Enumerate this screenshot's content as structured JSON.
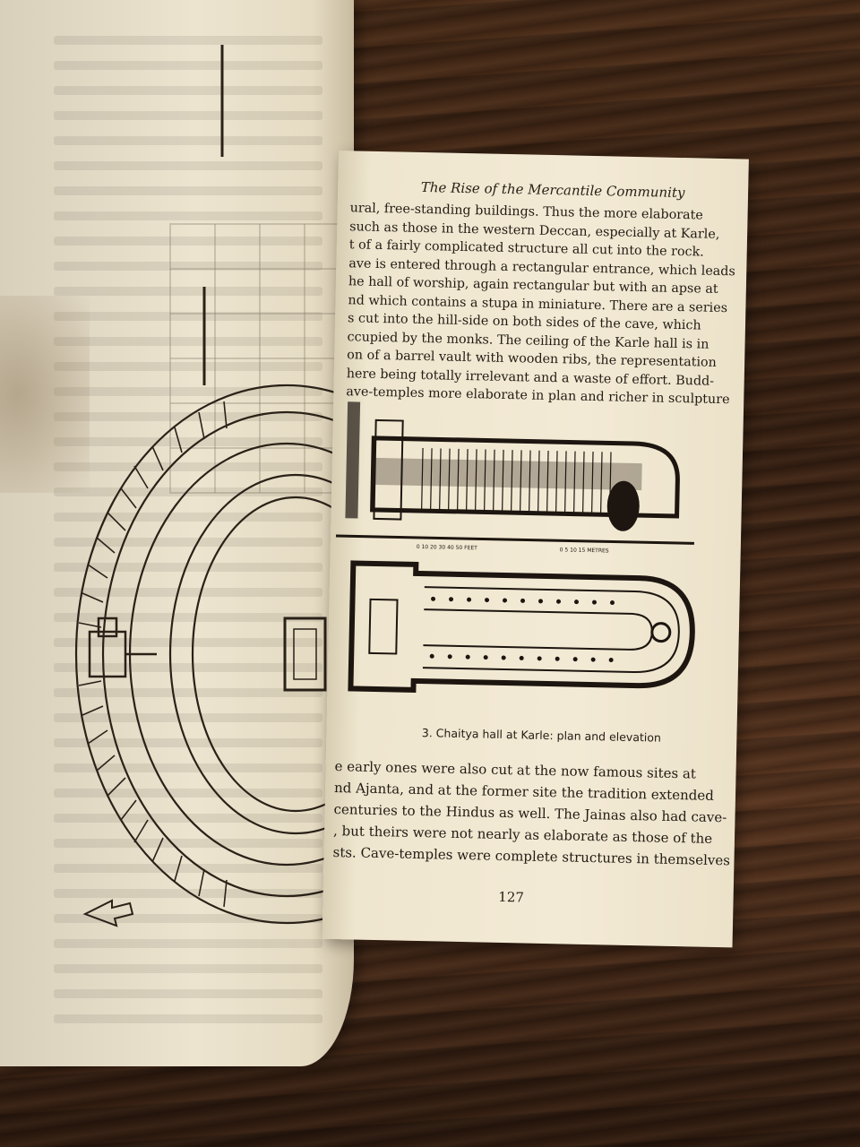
{
  "book": {
    "running_head": "The Rise of the Mercantile Community",
    "top_lines": [
      "ural, free-standing buildings. Thus the more elaborate",
      "such as those in the western Deccan, especially at Karle,",
      "t of a fairly complicated structure all cut into the rock.",
      "ave is entered through a rectangular entrance, which leads",
      "he hall of worship, again rectangular but with an apse at",
      "nd which contains a stupa in miniature. There are a series",
      "s cut into the hill-side on both sides of the cave, which",
      "ccupied by the monks. The ceiling of the Karle hall is in",
      "on of a barrel vault with wooden ribs, the representation",
      "here being totally irrelevant and a waste of effort. Budd-",
      "ave-temples more elaborate in plan and richer in sculpture"
    ],
    "caption": "3. Chaitya hall at Karle: plan and elevation",
    "bottom_lines": [
      "e early ones were also cut at the now famous sites at",
      "nd Ajanta, and at the former site the tradition extended",
      "centuries to the Hindus as well. The Jainas also had cave-",
      ", but theirs were not nearly as elaborate as those of the",
      "sts. Cave-temples were complete structures in themselves"
    ],
    "page_number": "127",
    "scale_feet": [
      "0",
      "10",
      "20",
      "30",
      "40",
      "50 FEET"
    ],
    "scale_meters": [
      "0",
      "5",
      "10",
      "15 METRES"
    ]
  },
  "colors": {
    "ink": "#231b14",
    "paper": "#f3ead5",
    "wood": "#3c2314"
  }
}
